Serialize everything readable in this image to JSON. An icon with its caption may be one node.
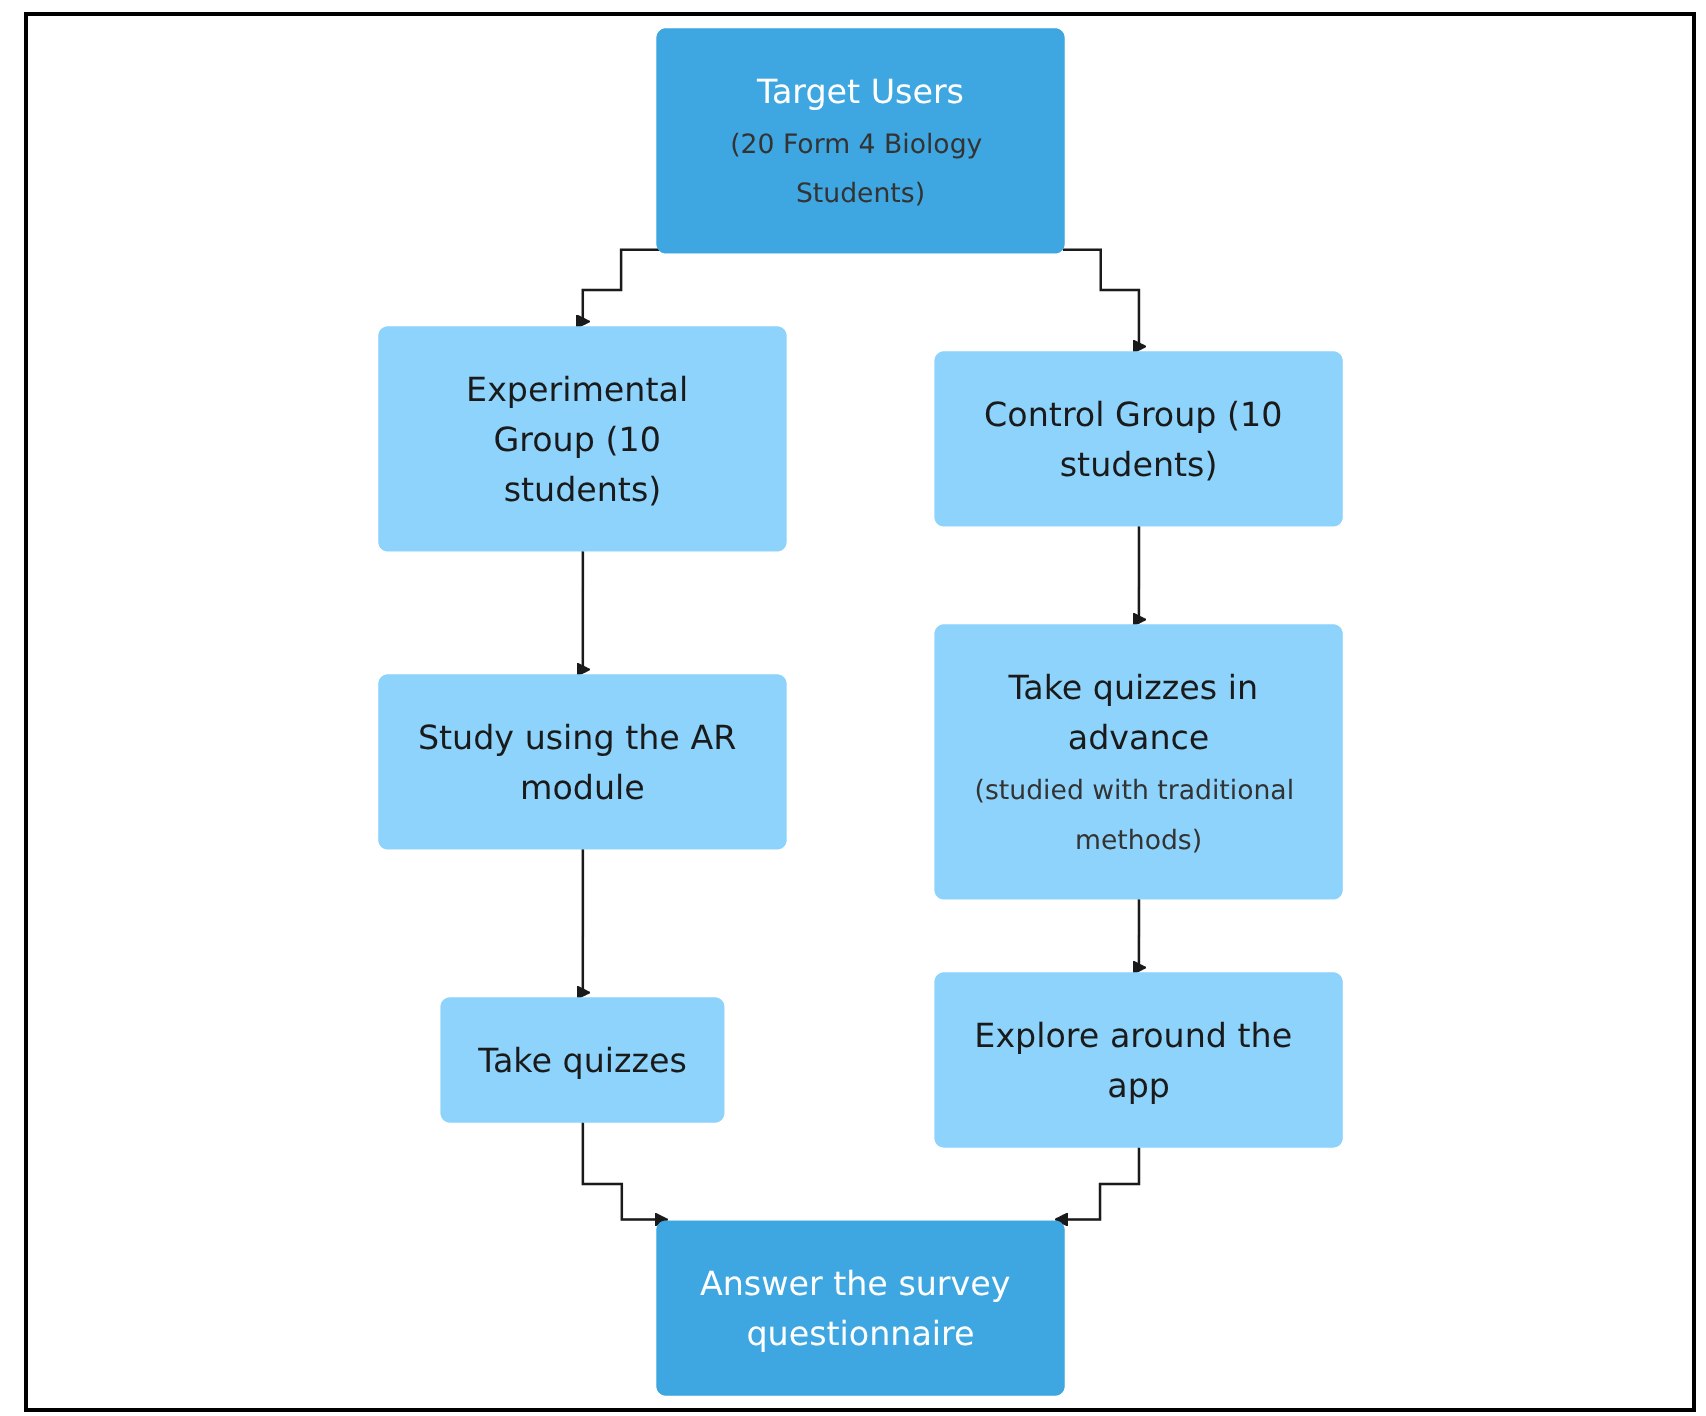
{
  "diagram": {
    "nodes": [
      {
        "text": [
          "Target Users",
          "(20 Form 4 Biology Students)"
        ]
      },
      {
        "text": [
          "Experimental Group (10 students)"
        ]
      },
      {
        "text": [
          "Control Group (10 students)"
        ]
      },
      {
        "text": [
          "Study using the AR module"
        ]
      },
      {
        "text": [
          "Take quizzes in advance",
          "(studied with traditional methods)"
        ]
      },
      {
        "text": [
          "Take quizzes"
        ]
      },
      {
        "text": [
          "Explore around the app"
        ]
      },
      {
        "text": [
          "Answer the survey questionnaire"
        ]
      }
    ],
    "edges": [
      {
        "from": 0,
        "to": 1,
        "arrow": "to"
      },
      {
        "from": 0,
        "to": 2,
        "arrow": "to"
      },
      {
        "from": 1,
        "to": 3,
        "arrow": "to"
      },
      {
        "from": 2,
        "to": 4,
        "arrow": "to"
      },
      {
        "from": 3,
        "to": 5,
        "arrow": "to"
      },
      {
        "from": 4,
        "to": 6,
        "arrow": "to"
      },
      {
        "from": 5,
        "to": 7,
        "arrow": "to"
      },
      {
        "from": 6,
        "to": 7,
        "arrow": "to"
      }
    ]
  }
}
